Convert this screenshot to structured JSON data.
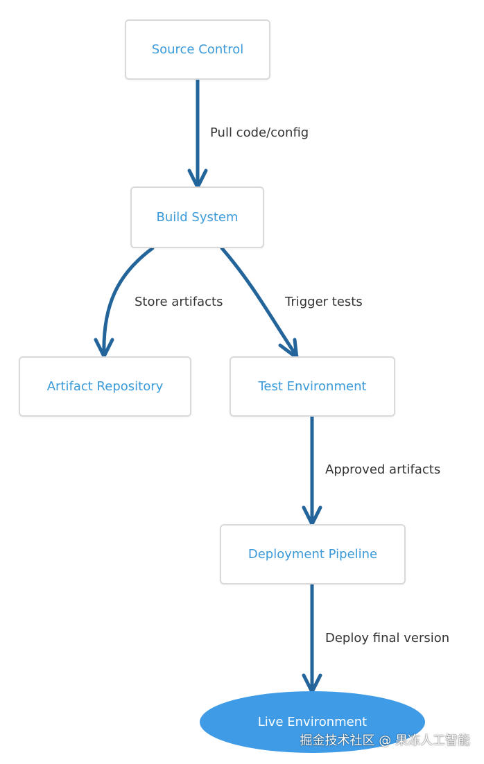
{
  "nodes": {
    "source_control": "Source Control",
    "build_system": "Build System",
    "artifact_repository": "Artifact Repository",
    "test_environment": "Test Environment",
    "deployment_pipeline": "Deployment Pipeline",
    "live_environment": "Live Environment"
  },
  "edges": {
    "pull": "Pull code/config",
    "store": "Store artifacts",
    "trigger": "Trigger tests",
    "approved": "Approved artifacts",
    "deploy": "Deploy final version"
  },
  "watermark": "掘金技术社区 @ 果冻人工智能",
  "colors": {
    "arrow": "#23659a",
    "node_text": "#3a9ad9",
    "node_border": "#d9d9d9",
    "terminal_fill": "#3f9be6"
  }
}
